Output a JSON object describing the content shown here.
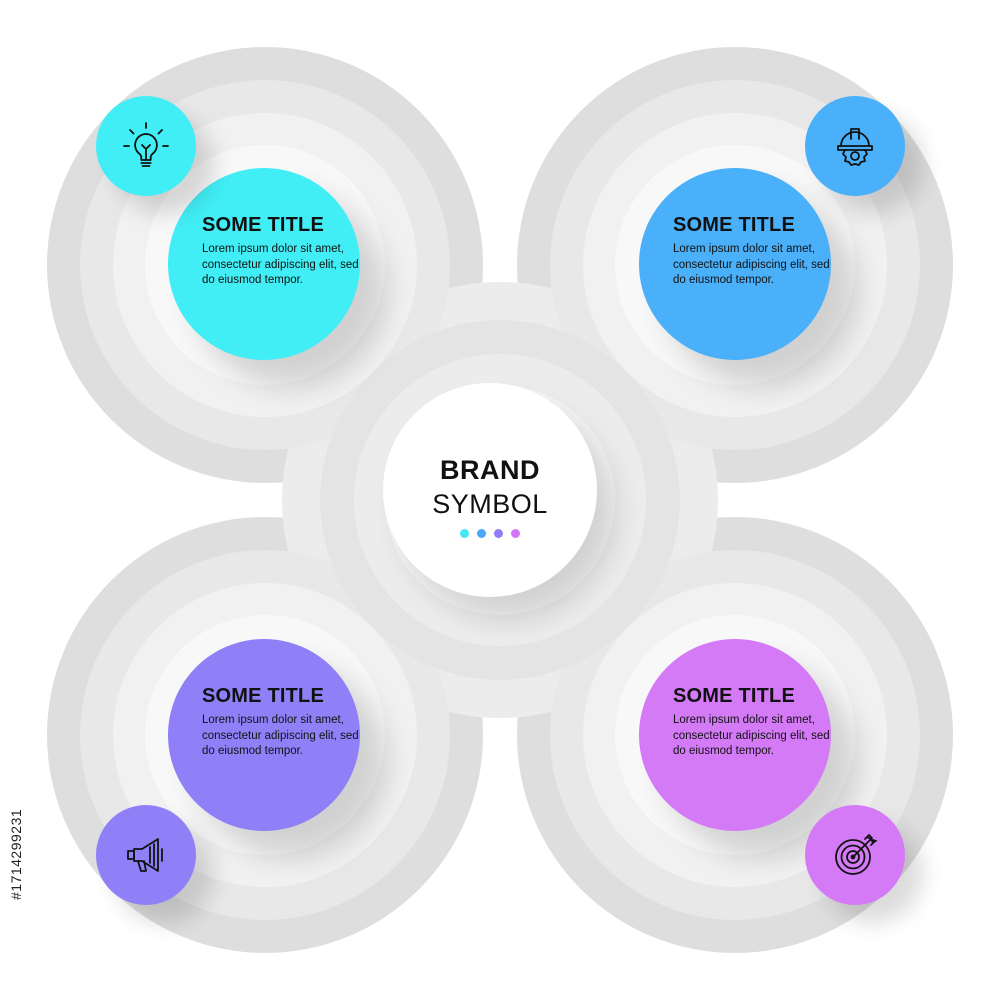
{
  "center": {
    "title_line1": "BRAND",
    "title_line2": "SYMBOL",
    "dot_colors": [
      "#42e8f2",
      "#4aa8f7",
      "#8f7df7",
      "#d475f7"
    ]
  },
  "steps": [
    {
      "id": "top-left",
      "title": "SOME TITLE",
      "text": "Lorem ipsum dolor sit amet, consectetur adipiscing elit, sed do eiusmod tempor.",
      "color": "#42eef5",
      "icon": "lightbulb-icon"
    },
    {
      "id": "top-right",
      "title": "SOME TITLE",
      "text": "Lorem ipsum dolor sit amet, consectetur adipiscing elit, sed do eiusmod tempor.",
      "color": "#4ab0f9",
      "icon": "worker-helmet-gear-icon"
    },
    {
      "id": "bottom-left",
      "title": "SOME TITLE",
      "text": "Lorem ipsum dolor sit amet, consectetur adipiscing elit, sed do eiusmod tempor.",
      "color": "#8f80f8",
      "icon": "megaphone-icon"
    },
    {
      "id": "bottom-right",
      "title": "SOME TITLE",
      "text": "Lorem ipsum dolor sit amet, consectetur adipiscing elit, sed do eiusmod tempor.",
      "color": "#d57af7",
      "icon": "target-arrow-icon"
    }
  ],
  "ring_colors": [
    "#dedede",
    "#e8e8e8",
    "#f1f1f1",
    "#f8f8f8"
  ],
  "side_text": "#1714299231"
}
